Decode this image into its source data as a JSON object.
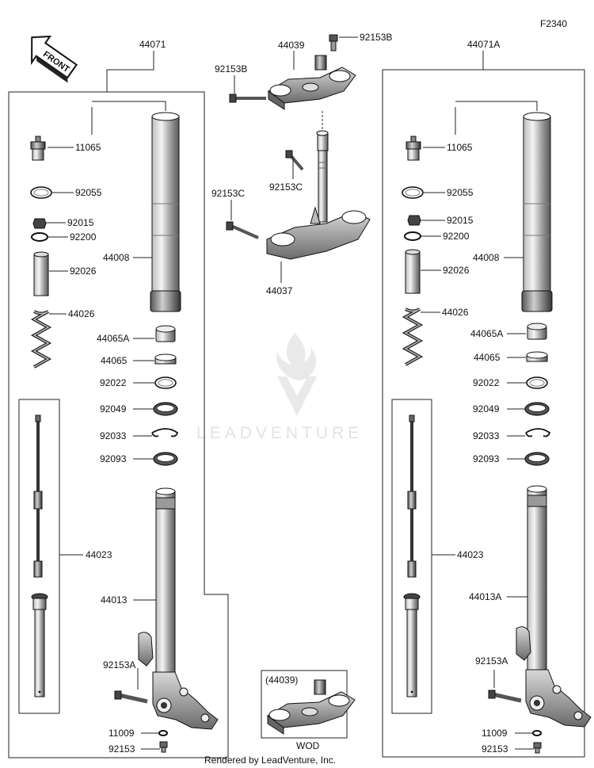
{
  "figure_code": "F2340",
  "front_label": "FRONT",
  "watermark": "LEADVENTURE",
  "footer": "Rendered by LeadVenture, Inc.",
  "inset": {
    "title": "(44039)",
    "caption": "WOD"
  },
  "labels": {
    "assy_left": "44071",
    "assy_right": "44071A",
    "upper_bracket": "44039",
    "bolt_top": "92153B",
    "bolt_upper_left": "92153B",
    "bolt_stem": "92153C",
    "bolt_lower_left": "92153C",
    "lower_bracket": "44037",
    "cap": "11065",
    "oring": "92055",
    "nut": "92015",
    "washer": "92200",
    "collar": "92026",
    "outer_tube": "44008",
    "spring": "44026",
    "bushing_a": "44065A",
    "bushing": "44065",
    "washer_seal": "92022",
    "oil_seal": "92049",
    "circlip": "92033",
    "dust_seal": "92093",
    "damper": "44023",
    "inner_tube_left": "44013",
    "inner_tube_right": "44013A",
    "axle_bolt": "92153A",
    "gasket": "11009",
    "drain_bolt": "92153"
  }
}
